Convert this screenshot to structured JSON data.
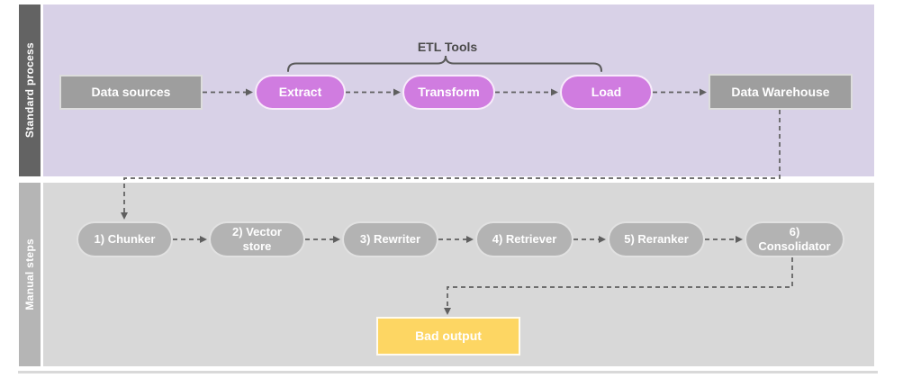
{
  "colors": {
    "purple_bg": "#d8d1e7",
    "purple_pill": "#d07ce0",
    "gray_bg": "#d8d8d8",
    "gray_node": "#9e9e9e",
    "gray_step": "#b3b3b3",
    "sidebar_dark": "#636363",
    "sidebar_light": "#b5b5b5",
    "warning_yellow": "#fdd663",
    "connector": "#5f5f5f",
    "bracket_label_text": "#4a4a4a"
  },
  "sections": {
    "standard": {
      "sidebar_label": "Standard process",
      "bracket_label": "ETL Tools",
      "nodes": {
        "data_sources": "Data sources",
        "extract": "Extract",
        "transform": "Transform",
        "load": "Load",
        "data_warehouse": "Data Warehouse"
      }
    },
    "manual": {
      "sidebar_label": "Manual steps",
      "steps": [
        "1) Chunker",
        "2) Vector store",
        "3) Rewriter",
        "4) Retriever",
        "5) Reranker",
        "6) Consolidator"
      ],
      "output_label": "Bad output"
    }
  }
}
